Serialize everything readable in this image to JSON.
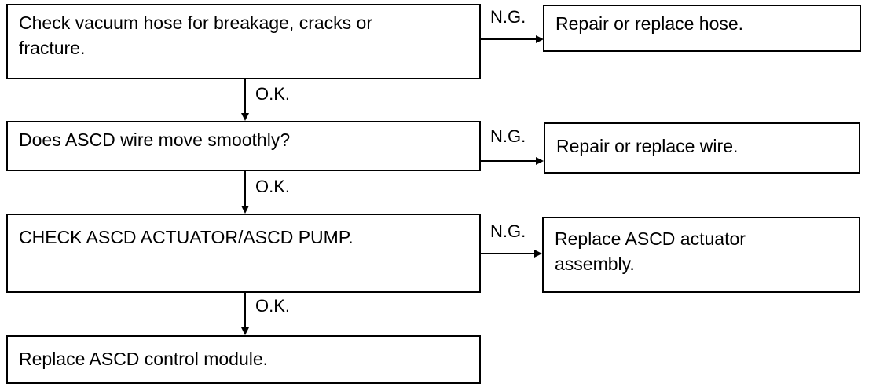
{
  "steps": [
    {
      "text": "Check vacuum hose for breakage, cracks or\nfracture.",
      "ng_label": "N.G.",
      "ng_result": "Repair or replace hose.",
      "ok_label": "O.K."
    },
    {
      "text": "Does ASCD wire move smoothly?",
      "ng_label": "N.G.",
      "ng_result": "Repair or replace wire.",
      "ok_label": "O.K."
    },
    {
      "text": "CHECK ASCD ACTUATOR/ASCD PUMP.",
      "ng_label": "N.G.",
      "ng_result": "Replace ASCD actuator\nassembly.",
      "ok_label": "O.K."
    },
    {
      "text": "Replace ASCD control module."
    }
  ]
}
